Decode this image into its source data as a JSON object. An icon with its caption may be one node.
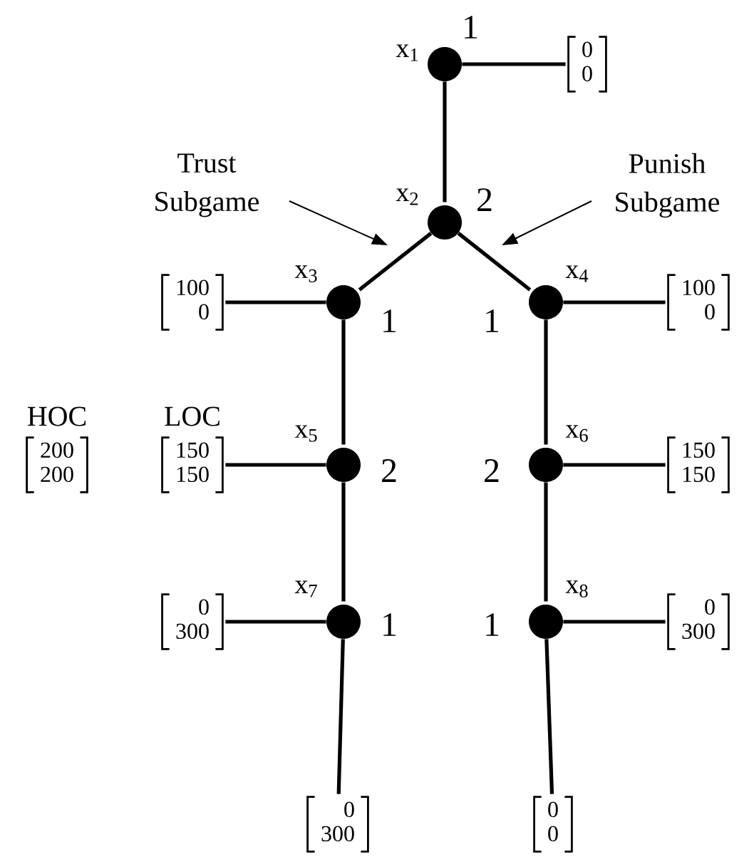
{
  "diagram": {
    "nodes": [
      {
        "text": [],
        "shape": "circle",
        "beside": [
          "x$_{1}$",
          "1"
        ]
      },
      {
        "text": [
          "0",
          "0"
        ]
      },
      {
        "text": [
          "Trust Subgame"
        ]
      },
      {
        "text": [
          "Punish Subgame"
        ]
      },
      {
        "text": [],
        "shape": "circle",
        "beside": [
          "x$_{2}$",
          "2"
        ]
      },
      {
        "text": [
          "100",
          "0"
        ]
      },
      {
        "text": [],
        "shape": "circle",
        "beside": [
          "x$_{3}$",
          "1"
        ]
      },
      {
        "text": [],
        "shape": "circle",
        "beside": [
          "x$_{4}$",
          "1"
        ]
      },
      {
        "text": [
          "100",
          "0"
        ]
      },
      {
        "text": [
          "200",
          "200"
        ],
        "beside": [
          "HOC"
        ]
      },
      {
        "text": [
          "150",
          "150"
        ],
        "beside": [
          "LOC"
        ]
      },
      {
        "text": [],
        "shape": "circle",
        "beside": [
          "x$_{5}$",
          "2"
        ]
      },
      {
        "text": [],
        "shape": "circle",
        "beside": [
          "x$_{6}$",
          "2"
        ]
      },
      {
        "text": [
          "150",
          "150"
        ]
      },
      {
        "text": [
          "0",
          "300"
        ]
      },
      {
        "text": [],
        "shape": "circle",
        "beside": [
          "x$_{7}$",
          "1"
        ]
      },
      {
        "text": [],
        "shape": "circle",
        "beside": [
          "x$_{8}$",
          "1"
        ]
      },
      {
        "text": [
          "0",
          "300"
        ]
      },
      {
        "text": [
          "0",
          "300"
        ]
      },
      {
        "text": [
          "0",
          "0"
        ]
      }
    ],
    "edges": [
      {
        "from": 0,
        "to": 1,
        "arrow": "none"
      },
      {
        "from": 0,
        "to": 4,
        "arrow": "none"
      },
      {
        "from": 2,
        "to": null,
        "arrow": "to"
      },
      {
        "from": 3,
        "to": null,
        "arrow": "to"
      },
      {
        "from": 4,
        "to": 6,
        "arrow": "none"
      },
      {
        "from": 4,
        "to": 7,
        "arrow": "none"
      },
      {
        "from": 6,
        "to": 5,
        "arrow": "none"
      },
      {
        "from": 7,
        "to": 8,
        "arrow": "none"
      },
      {
        "from": 6,
        "to": 11,
        "arrow": "none"
      },
      {
        "from": 7,
        "to": 12,
        "arrow": "none"
      },
      {
        "from": 11,
        "to": 10,
        "arrow": "none"
      },
      {
        "from": 12,
        "to": 13,
        "arrow": "none"
      },
      {
        "from": 11,
        "to": 15,
        "arrow": "none"
      },
      {
        "from": 12,
        "to": 16,
        "arrow": "none"
      },
      {
        "from": 15,
        "to": 14,
        "arrow": "none"
      },
      {
        "from": 16,
        "to": 17,
        "arrow": "none"
      },
      {
        "from": 15,
        "to": 18,
        "arrow": "none"
      },
      {
        "from": 16,
        "to": 19,
        "arrow": "none"
      }
    ]
  }
}
